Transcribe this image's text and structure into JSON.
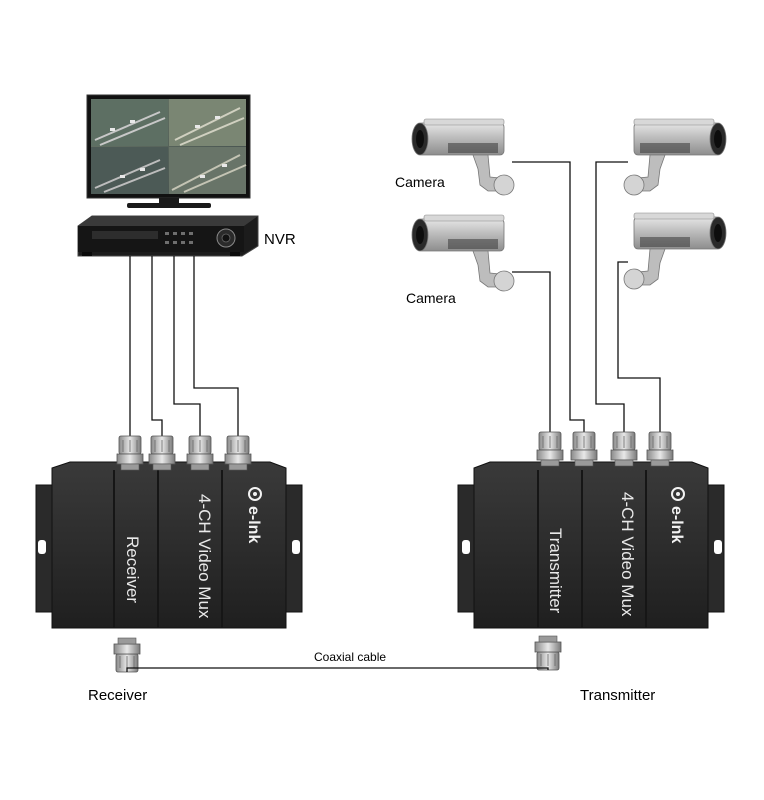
{
  "labels": {
    "nvr": "NVR",
    "camera_top": "Camera",
    "camera_bottom": "Camera",
    "receiver_caption": "Receiver",
    "transmitter_caption": "Transmitter",
    "coaxial_cable": "Coaxial cable"
  },
  "receiver_box": {
    "role": "Receiver",
    "product": "4-CH Video Mux",
    "brand": "e-lnk"
  },
  "transmitter_box": {
    "role": "Transmitter",
    "product": "4-CH Video Mux",
    "brand": "e-lnk"
  },
  "icons": [
    "monitor-icon",
    "nvr-icon",
    "camera-icon",
    "bnc-connector-icon",
    "elink-logo-icon"
  ],
  "colors": {
    "box_body": "#2b2b2b",
    "box_text": "#e9e9e9",
    "wire": "#111111",
    "camera_body": "#bfbfbf"
  }
}
